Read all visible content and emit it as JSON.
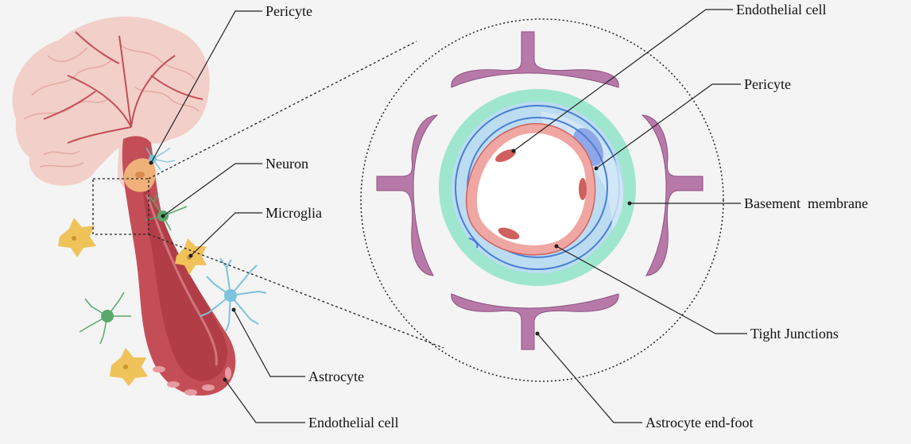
{
  "labels": {
    "pericyte_left": "Pericyte",
    "neuron": "Neuron",
    "microglia": "Microglia",
    "astrocyte": "Astrocyte",
    "endothelial_left": "Endothelial cell",
    "endothelial_right": "Endothelial cell",
    "pericyte_right": "Pericyte",
    "basement_membrane": "Basement  membrane",
    "tight_junctions": "Tight Junctions",
    "astrocyte_end_foot": "Astrocyte end-foot"
  },
  "colors": {
    "background": "#f4f4f4",
    "brain": "#f2cfc9",
    "brain_fold": "#e3a9a0",
    "vessel": "#c44e57",
    "vessel_dark": "#a3323b",
    "vessel_light": "#e79aa0",
    "astrocyte_endfoot": "#b77aa8",
    "astrocyte_endfoot_dark": "#8f4f82",
    "basement_green": "#9fe6cf",
    "pericyte_blue": "#bcdcf2",
    "pericyte_line": "#4a7fd3",
    "endothelial": "#f0a7a3",
    "endothelial_dark": "#d0605e",
    "microglia": "#f0c25a",
    "neuron": "#5aa86b",
    "astrocyte_cell": "#7cc3dd",
    "pericyte_cell": "#f0b07a"
  }
}
